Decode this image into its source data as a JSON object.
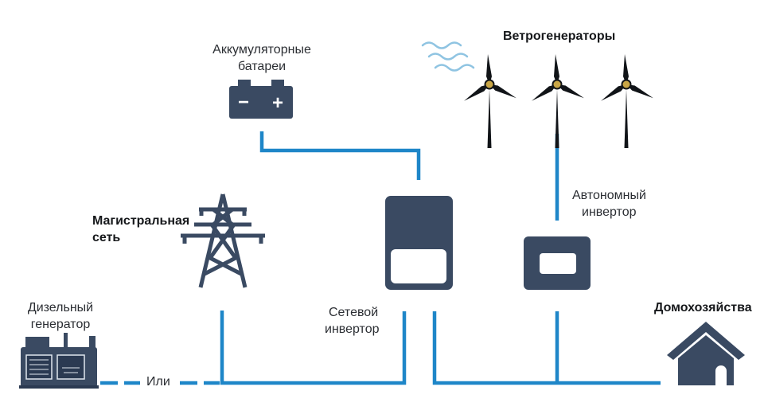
{
  "colors": {
    "line": "#1e86c8",
    "device": "#3a4a62",
    "text": "#2b2e33",
    "wave": "#8fc4e2",
    "hub": "#c9a646"
  },
  "labels": {
    "batteries_line1": "Аккумуляторные",
    "batteries_line2": "батареи",
    "battery_minus": "−",
    "battery_plus": "+",
    "wind": "Ветрогенераторы",
    "grid_line1": "Магистральная",
    "grid_line2": "сеть",
    "offgrid_line1": "Автономный",
    "offgrid_line2": "инвертор",
    "ongrid_line1": "Сетевой",
    "ongrid_line2": "инвертор",
    "diesel_line1": "Дизельный",
    "diesel_line2": "генератор",
    "or": "Или",
    "household": "Домохозяйства"
  },
  "icons": [
    "battery-icon",
    "wind-turbine-icon",
    "wind-waves-icon",
    "power-pylon-icon",
    "grid-inverter-icon",
    "offgrid-inverter-icon",
    "diesel-generator-icon",
    "house-icon"
  ]
}
